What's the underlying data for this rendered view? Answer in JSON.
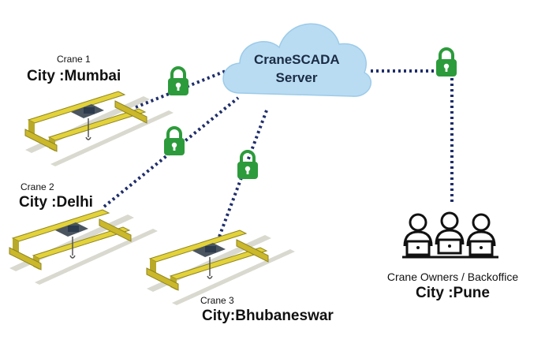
{
  "server": {
    "line1": "CraneSCADA",
    "line2": "Server"
  },
  "cranes": [
    {
      "label": "Crane 1",
      "city": "City :Mumbai"
    },
    {
      "label": "Crane 2",
      "city": "City :Delhi"
    },
    {
      "label": "Crane 3",
      "city": "City:Bhubaneswar"
    }
  ],
  "backoffice": {
    "label": "Crane Owners / Backoffice",
    "city": "City :Pune"
  },
  "colors": {
    "cloud": "#b9dcf3",
    "lock": "#2c9b3b",
    "crane": "#e3d23a",
    "link": "#1f2e6b"
  },
  "icons": [
    "cloud-icon",
    "lock-icon",
    "crane-icon",
    "people-icon"
  ]
}
